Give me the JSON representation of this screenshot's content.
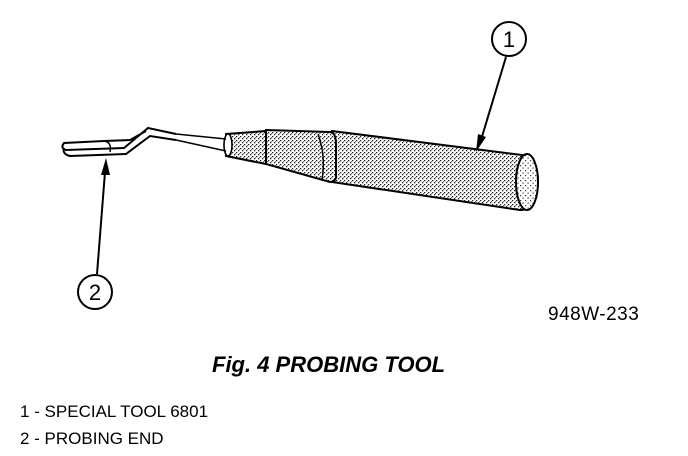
{
  "callouts": [
    {
      "number": "1"
    },
    {
      "number": "2"
    }
  ],
  "figure_code": "948W-233",
  "caption": "Fig. 4 PROBING TOOL",
  "legend": [
    {
      "text": "1 - SPECIAL TOOL 6801"
    },
    {
      "text": "2 - PROBING END"
    }
  ]
}
